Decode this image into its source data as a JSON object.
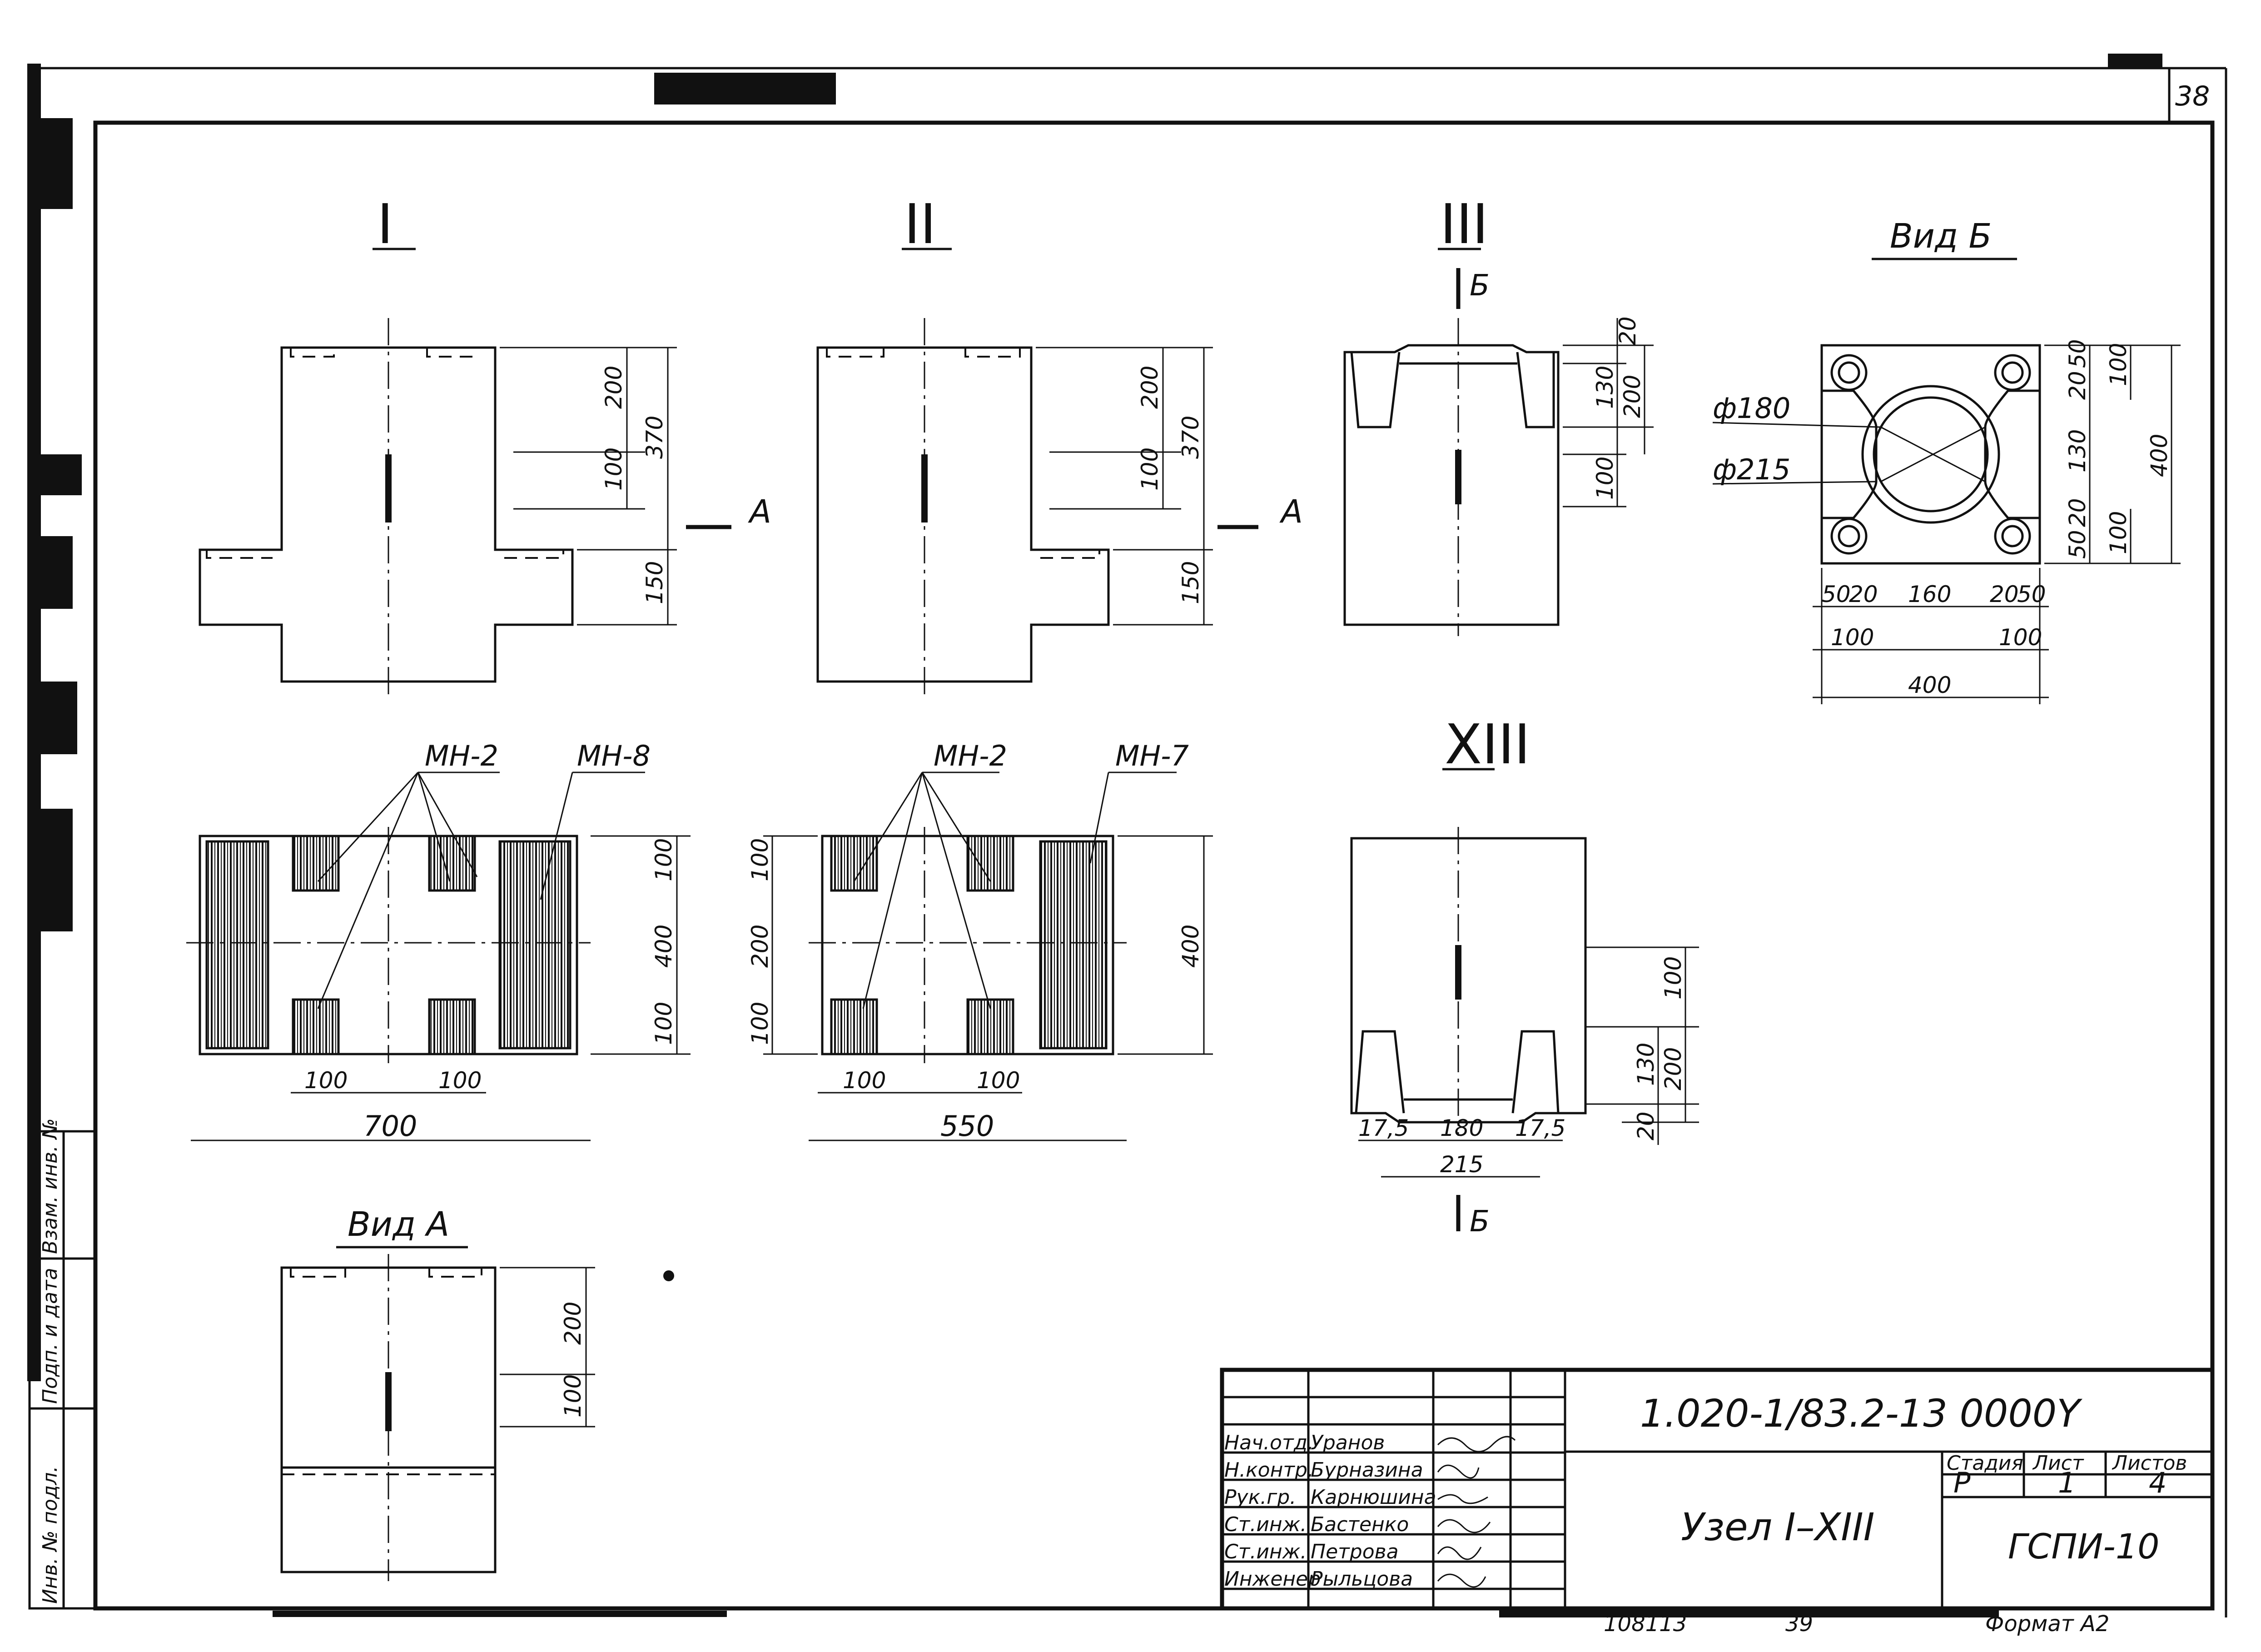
{
  "sheet": {
    "page_number": "38",
    "bottom_left_number": "108113",
    "bottom_center_number": "39",
    "format": "Формат А2"
  },
  "views": {
    "v1": {
      "title": "I",
      "dims": [
        "200",
        "100",
        "370",
        "150"
      ],
      "section": "А",
      "plan_dims": [
        "100",
        "100",
        "700",
        "100",
        "400",
        "100"
      ],
      "leaders": [
        "МН-2",
        "МН-8"
      ]
    },
    "v2": {
      "title": "II",
      "dims": [
        "200",
        "100",
        "370",
        "150"
      ],
      "section": "А",
      "plan_dims": [
        "100",
        "100",
        "550",
        "100",
        "200",
        "100",
        "400"
      ],
      "leaders": [
        "МН-2",
        "МН-7"
      ]
    },
    "v3": {
      "title": "III",
      "arrow": "Б",
      "dims": [
        "20",
        "130",
        "200",
        "100"
      ]
    },
    "v13": {
      "title": "XIII",
      "arrow": "Б",
      "dims": [
        "100",
        "130",
        "200",
        "20",
        "17,5",
        "180",
        "17,5",
        "215"
      ]
    },
    "vidB": {
      "title": "Вид Б",
      "diam1": "ф180",
      "diam2": "ф215",
      "dims": [
        "50",
        "20",
        "100",
        "130",
        "400",
        "20",
        "50",
        "100",
        "50",
        "20",
        "160",
        "20",
        "50",
        "100",
        "100",
        "400"
      ]
    },
    "vidA": {
      "title": "Вид А",
      "dims": [
        "200",
        "100"
      ]
    }
  },
  "title_block": {
    "doc_code": "1.020-1/83.2-13  0000Y",
    "title": "Узел I–XIII",
    "stage_header": "Стадия",
    "sheet_header": "Лист",
    "sheets_header": "Листов",
    "stage": "Р",
    "sheet": "1",
    "sheets": "4",
    "org": "ГСПИ-10",
    "roles": [
      {
        "role": "Нач.отд.",
        "name": "Уранов"
      },
      {
        "role": "Н.контр.",
        "name": "Бурназина"
      },
      {
        "role": "Рук.гр.",
        "name": "Карнюшина"
      },
      {
        "role": "Ст.инж.",
        "name": "Бастенко"
      },
      {
        "role": "Ст.инж.",
        "name": "Петрова"
      },
      {
        "role": "Инженер",
        "name": "Рыльцова"
      }
    ]
  },
  "side_stamp": {
    "inv": "Инв. № подл.",
    "sign": "Подп. и дата",
    "vzam": "Взам. инв. №"
  }
}
